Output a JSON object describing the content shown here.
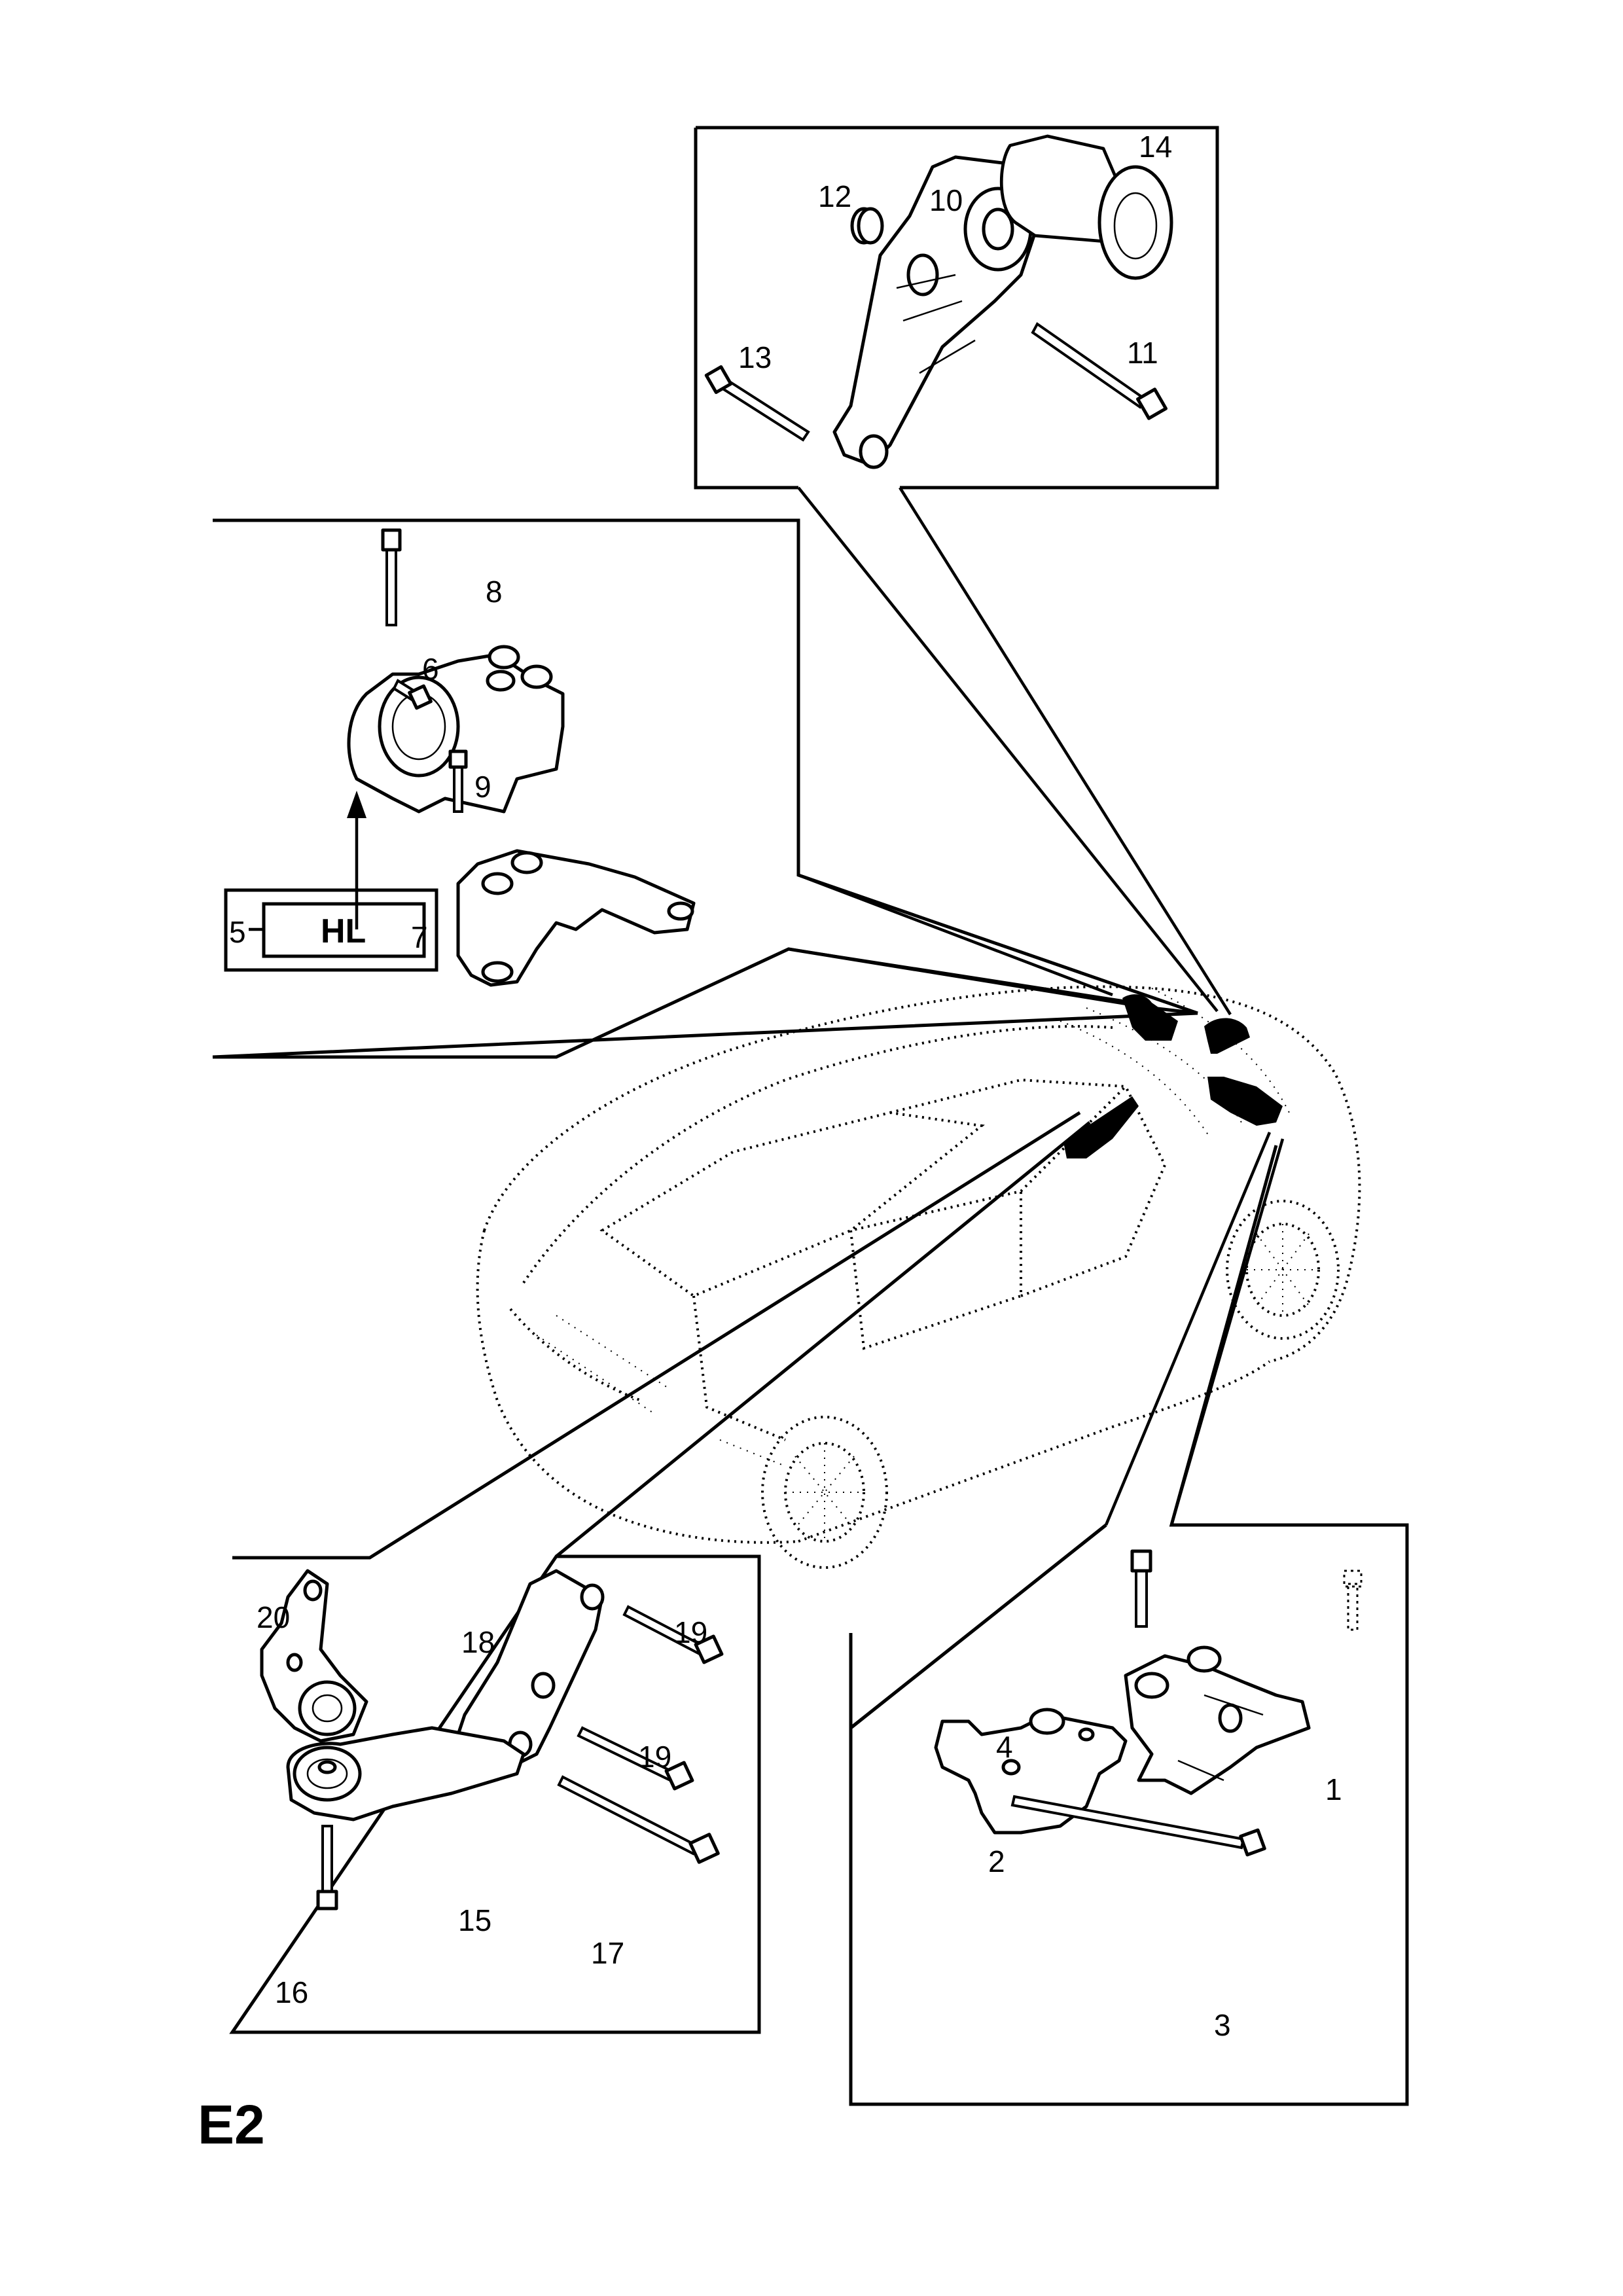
{
  "page": {
    "code": "E2",
    "background": "#ffffff",
    "ink": "#000000"
  },
  "panels": {
    "top": {
      "name": "upper-right detail",
      "callouts": [
        {
          "id": "10",
          "label": "10",
          "part": "torque rod / engine mount bracket"
        },
        {
          "id": "11",
          "label": "11",
          "part": "long bolt"
        },
        {
          "id": "12",
          "label": "12",
          "part": "cap / plug"
        },
        {
          "id": "13",
          "label": "13",
          "part": "bolt"
        },
        {
          "id": "14",
          "label": "14",
          "part": "bushing"
        }
      ]
    },
    "left": {
      "name": "upper-left detail",
      "callouts": [
        {
          "id": "5",
          "label": "5",
          "part": "mount assembly"
        },
        {
          "id": "6",
          "label": "6",
          "part": "bolt"
        },
        {
          "id": "7",
          "label": "7",
          "part": "bracket"
        },
        {
          "id": "8",
          "label": "8",
          "part": "bolt"
        },
        {
          "id": "9",
          "label": "9",
          "part": "bolt"
        }
      ],
      "hl_box": {
        "label": "HL",
        "callout": "5"
      }
    },
    "bottom_left": {
      "name": "lower-left detail",
      "callouts": [
        {
          "id": "15",
          "label": "15",
          "part": "rear mount arm"
        },
        {
          "id": "16",
          "label": "16",
          "part": "bolt"
        },
        {
          "id": "17",
          "label": "17",
          "part": "long bolt"
        },
        {
          "id": "18",
          "label": "18",
          "part": "bracket arm"
        },
        {
          "id": "19a",
          "label": "19",
          "part": "bolt"
        },
        {
          "id": "19b",
          "label": "19",
          "part": "bolt"
        },
        {
          "id": "20",
          "label": "20",
          "part": "mount bracket"
        }
      ]
    },
    "bottom_right": {
      "name": "lower-right detail",
      "callouts": [
        {
          "id": "1",
          "label": "1",
          "part": "mount"
        },
        {
          "id": "2",
          "label": "2",
          "part": "bracket"
        },
        {
          "id": "3",
          "label": "3",
          "part": "long bolt"
        },
        {
          "id": "4",
          "label": "4",
          "part": "bolt"
        }
      ]
    }
  }
}
